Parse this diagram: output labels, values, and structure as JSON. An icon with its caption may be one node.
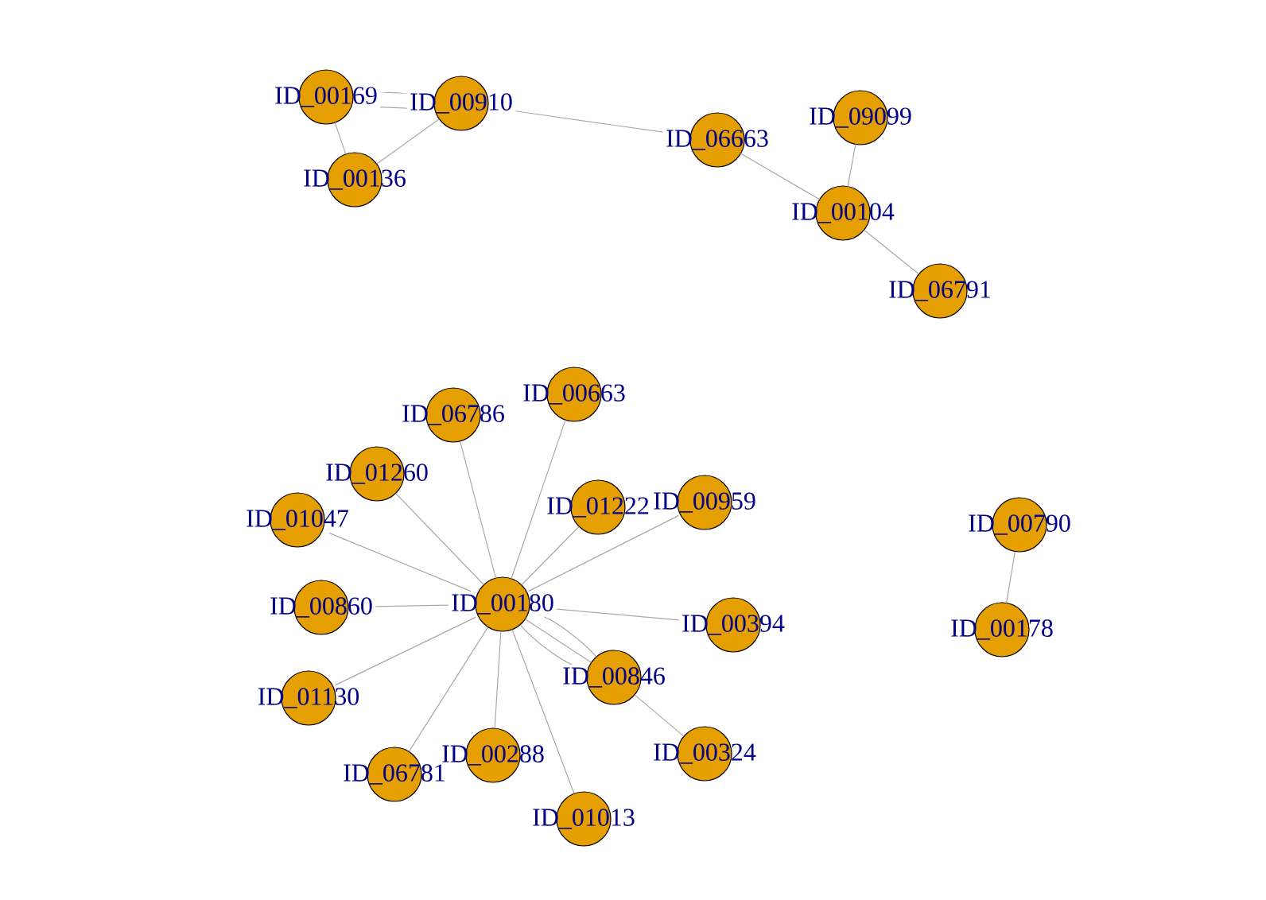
{
  "diagram": {
    "nodes": [
      {
        "text": [
          "ID_00169"
        ]
      },
      {
        "text": [
          "ID_00910"
        ]
      },
      {
        "text": [
          "ID_09099"
        ]
      },
      {
        "text": [
          "ID_06663"
        ]
      },
      {
        "text": [
          "ID_00136"
        ]
      },
      {
        "text": [
          "ID_00104"
        ]
      },
      {
        "text": [
          "ID_06791"
        ]
      },
      {
        "text": [
          "ID_00663"
        ]
      },
      {
        "text": [
          "ID_06786"
        ]
      },
      {
        "text": [
          "ID_01260"
        ]
      },
      {
        "text": [
          "ID_00959"
        ]
      },
      {
        "text": [
          "ID_01222"
        ]
      },
      {
        "text": [
          "ID_01047"
        ]
      },
      {
        "text": [
          "ID_00790"
        ]
      },
      {
        "text": [
          "ID_00180"
        ]
      },
      {
        "text": [
          "ID_00860"
        ]
      },
      {
        "text": [
          "ID_00394"
        ]
      },
      {
        "text": [
          "ID_00178"
        ]
      },
      {
        "text": [
          "ID_00846"
        ]
      },
      {
        "text": [
          "ID_01130"
        ]
      },
      {
        "text": [
          "ID_00324"
        ]
      },
      {
        "text": [
          "ID_00288"
        ]
      },
      {
        "text": [
          "ID_06781"
        ]
      },
      {
        "text": [
          "ID_01013"
        ]
      }
    ],
    "edges": [
      {
        "from": 0,
        "to": 1,
        "arrow": "none"
      },
      {
        "from": 0,
        "to": 1,
        "arrow": "none"
      },
      {
        "from": 0,
        "to": 4,
        "arrow": "none"
      },
      {
        "from": 4,
        "to": 1,
        "arrow": "none"
      },
      {
        "from": 1,
        "to": 3,
        "arrow": "none"
      },
      {
        "from": 3,
        "to": 5,
        "arrow": "none"
      },
      {
        "from": 2,
        "to": 5,
        "arrow": "none"
      },
      {
        "from": 5,
        "to": 6,
        "arrow": "none"
      },
      {
        "from": 14,
        "to": 8,
        "arrow": "none"
      },
      {
        "from": 14,
        "to": 7,
        "arrow": "none"
      },
      {
        "from": 14,
        "to": 9,
        "arrow": "none"
      },
      {
        "from": 14,
        "to": 12,
        "arrow": "none"
      },
      {
        "from": 14,
        "to": 11,
        "arrow": "none"
      },
      {
        "from": 14,
        "to": 10,
        "arrow": "none"
      },
      {
        "from": 14,
        "to": 15,
        "arrow": "none"
      },
      {
        "from": 14,
        "to": 16,
        "arrow": "none"
      },
      {
        "from": 14,
        "to": 18,
        "arrow": "none"
      },
      {
        "from": 14,
        "to": 18,
        "arrow": "none"
      },
      {
        "from": 14,
        "to": 18,
        "arrow": "none"
      },
      {
        "from": 14,
        "to": 19,
        "arrow": "none"
      },
      {
        "from": 14,
        "to": 21,
        "arrow": "none"
      },
      {
        "from": 14,
        "to": 22,
        "arrow": "none"
      },
      {
        "from": 14,
        "to": 23,
        "arrow": "none"
      },
      {
        "from": 18,
        "to": 20,
        "arrow": "none"
      },
      {
        "from": 13,
        "to": 17,
        "arrow": "none"
      }
    ]
  }
}
